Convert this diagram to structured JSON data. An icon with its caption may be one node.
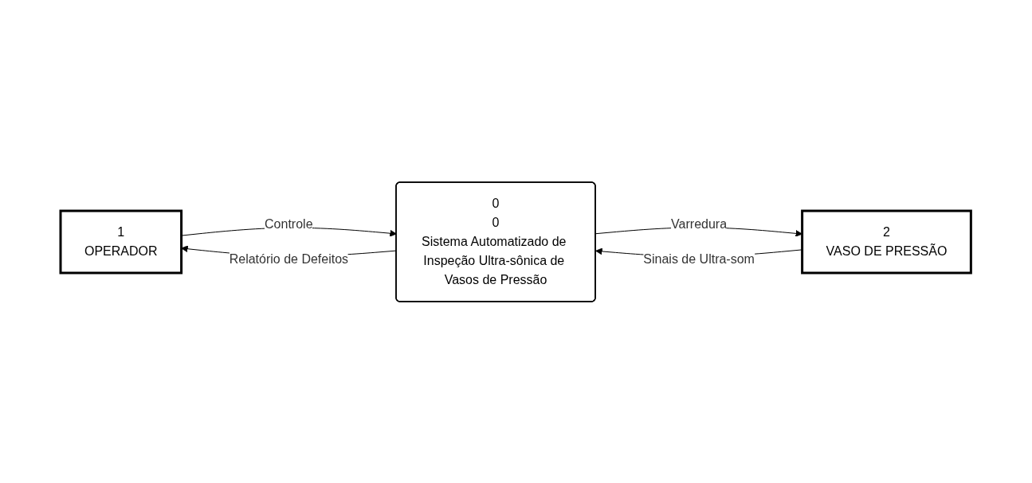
{
  "diagram": {
    "nodes": [
      {
        "text": [
          "1",
          "OPERADOR"
        ]
      },
      {
        "text": [
          "0",
          "0",
          "Sistema Automatizado de Inspeção Ultra-sônica de Vasos de Pressão"
        ]
      },
      {
        "text": [
          "2",
          "VASO DE PRESSÃO"
        ]
      }
    ],
    "edges": [
      {
        "from": 0,
        "to": 1,
        "arrow": "to",
        "label": "Controle"
      },
      {
        "from": 1,
        "to": 0,
        "arrow": "to",
        "label": "Relatório de Defeitos"
      },
      {
        "from": 1,
        "to": 2,
        "arrow": "to",
        "label": "Varredura"
      },
      {
        "from": 2,
        "to": 1,
        "arrow": "to",
        "label": "Sinais de Ultra-som"
      }
    ]
  }
}
